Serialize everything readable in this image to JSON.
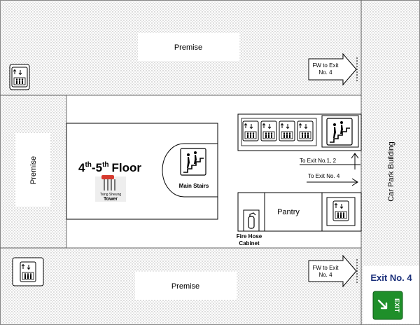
{
  "floor": {
    "title_num_a": "4",
    "title_sup_a": "th",
    "title_dash": "-",
    "title_num_b": "5",
    "title_sup_b": "th",
    "title_word": "Floor",
    "logo_text_small": "Tsing Sheung",
    "logo_text_large": "Tower"
  },
  "labels": {
    "premise_top": "Premise",
    "premise_left": "Premise",
    "premise_bottom": "Premise",
    "main_stairs": "Main Stairs",
    "pantry": "Pantry",
    "fire_hose_line1": "Fire Hose",
    "fire_hose_line2": "Cabinet",
    "car_park": "Car Park Building",
    "exit_no4": "Exit No. 4",
    "exit_sign": "EXIT"
  },
  "arrows": {
    "fw_top_line1": "FW to Exit",
    "fw_top_line2": "No. 4",
    "fw_bottom_line1": "FW to Exit",
    "fw_bottom_line2": "No. 4",
    "to_exit_12": "To Exit No.1, 2",
    "to_exit_4": "To Exit No. 4"
  },
  "icons": {
    "lift": "lift-icon",
    "stairs": "stairs-icon",
    "extinguisher": "fire-extinguisher-icon",
    "exit": "exit-sign-icon"
  },
  "colors": {
    "exit_green": "#1f8f2a",
    "exit_text_blue": "#1a2f7a",
    "stipple": "#b8b8b8",
    "logo_red": "#d63a2f"
  }
}
